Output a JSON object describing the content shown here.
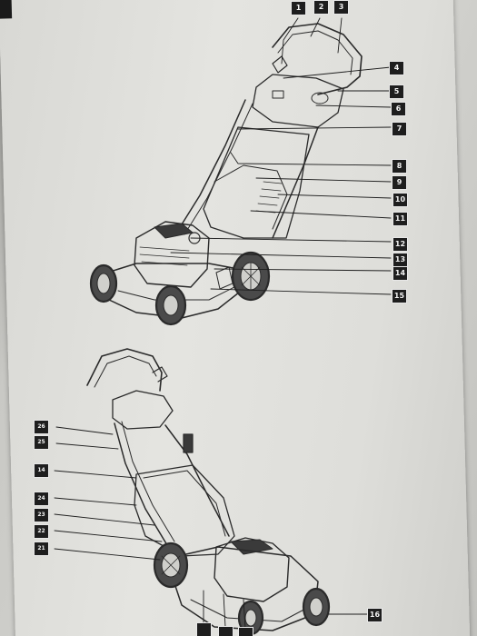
{
  "callouts": {
    "c1": "1",
    "c2": "2",
    "c3": "3",
    "c4": "4",
    "c5": "5",
    "c6": "6",
    "c7": "7",
    "c8": "8",
    "c9": "9",
    "c10": "10",
    "c11": "11",
    "c12": "12",
    "c13": "13",
    "c14": "14",
    "c15": "15",
    "c16": "16",
    "c21": "21",
    "c22": "22",
    "c23": "23",
    "c24": "24",
    "c14b": "14",
    "c25": "25",
    "c26": "26"
  },
  "colors": {
    "ink": "#1e1e1e",
    "paper": "#e2e2de",
    "label_text": "#f2f2f2"
  }
}
